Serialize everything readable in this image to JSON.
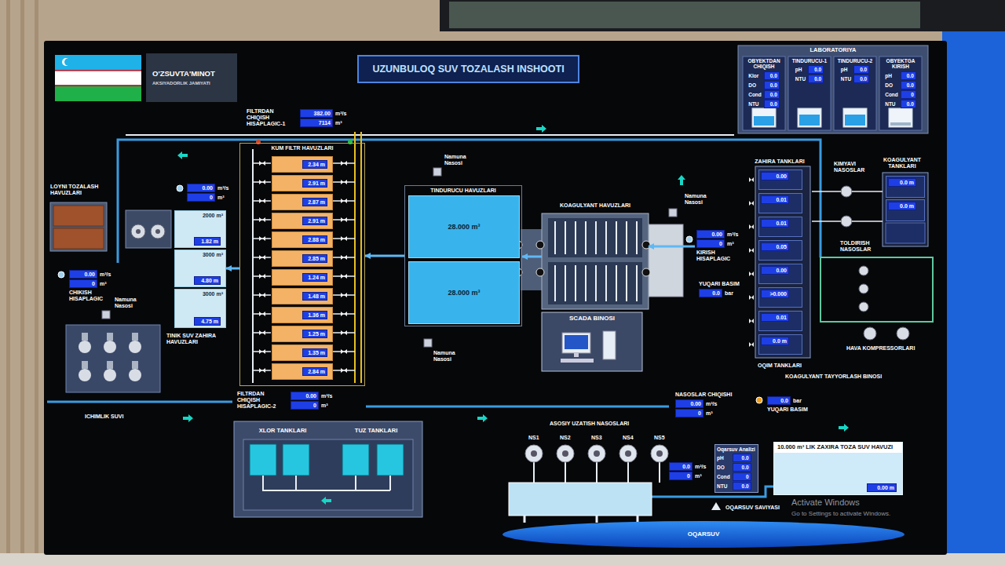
{
  "diagram": {
    "title": "UZUNBULOQ SUV TOZALASH INSHOOTI",
    "nodes": [
      {
        "text": [
          "O'ZSUVTA'MINOT",
          "AKSIYADORLIK JAMIYATI"
        ]
      },
      {
        "text": [
          "LABORATORIYA"
        ]
      },
      {
        "text": [
          "OBYEKTDAN CHIQISH",
          "Klor",
          "0.0",
          "DO",
          "0.0",
          "Cond",
          "0.0",
          "NTU",
          "0.0"
        ],
        "in": 1
      },
      {
        "text": [
          "TINDURUCU-1",
          "pH",
          "0.0",
          "NTU",
          "0.0"
        ],
        "in": 1
      },
      {
        "text": [
          "TINDURUCU-2",
          "pH",
          "0.0",
          "NTU",
          "0.0"
        ],
        "in": 1
      },
      {
        "text": [
          "OBYEKTGA KIRISH",
          "pH",
          "0.0",
          "DO",
          "0.0",
          "Cond",
          "0",
          "NTU",
          "0.0"
        ],
        "in": 1
      },
      {
        "text": [
          "FILTRDAN CHIQISH HISAPLAGIC-1",
          "382.00",
          "m³/s",
          "7114",
          "m³"
        ]
      },
      {
        "text": [
          "KUM FILTR HAVUZLARI"
        ]
      },
      {
        "text": [
          "2.34 m"
        ],
        "in": 7
      },
      {
        "text": [
          "2.91 m"
        ],
        "in": 7
      },
      {
        "text": [
          "2.87 m"
        ],
        "in": 7
      },
      {
        "text": [
          "2.91 m"
        ],
        "in": 7
      },
      {
        "text": [
          "2.88 m"
        ],
        "in": 7
      },
      {
        "text": [
          "2.85 m"
        ],
        "in": 7
      },
      {
        "text": [
          "1.24 m"
        ],
        "in": 7
      },
      {
        "text": [
          "1.48 m"
        ],
        "in": 7
      },
      {
        "text": [
          "1.36 m"
        ],
        "in": 7
      },
      {
        "text": [
          "1.25 m"
        ],
        "in": 7
      },
      {
        "text": [
          "1.35 m"
        ],
        "in": 7
      },
      {
        "text": [
          "2.84 m"
        ],
        "in": 7
      },
      {
        "text": [
          "FILTRDAN CHIQISH HISAPLAGIC-2",
          "0.00",
          "m³/s",
          "0",
          "m³"
        ]
      },
      {
        "text": [
          "LOYNI TOZALASH HAVUZLARI"
        ]
      },
      {
        "text": [
          "0.00",
          "m³/s",
          "0",
          "m³"
        ]
      },
      {
        "text": [
          "2000 m³",
          "1.82 m"
        ]
      },
      {
        "text": [
          "3000 m³",
          "4.80 m"
        ]
      },
      {
        "text": [
          "3000 m³",
          "4.75 m"
        ]
      },
      {
        "text": [
          "0.00",
          "m³/s",
          "0",
          "m³",
          "CHIKISH HISAPLAGIC"
        ]
      },
      {
        "text": [
          "TINDURUCU HAVUZLARI"
        ]
      },
      {
        "text": [
          "28.000 m³"
        ],
        "in": 27
      },
      {
        "text": [
          "28.000 m³"
        ],
        "in": 27
      },
      {
        "text": [
          "KOAGULYANT HAVUZLARI"
        ]
      },
      {
        "text": [
          "SCADA BINOSI"
        ]
      },
      {
        "text": [
          "0.00",
          "m³/s",
          "0",
          "m³",
          "KIRISH HISAPLAGIC"
        ]
      },
      {
        "text": [
          "YUQARI BASIM",
          "0.0",
          "bar"
        ]
      },
      {
        "text": [
          "ZAHIRA TANKLARI",
          "OQIM TANKLARI"
        ]
      },
      {
        "text": [
          "0.00"
        ],
        "in": 34
      },
      {
        "text": [
          "0.01"
        ],
        "in": 34
      },
      {
        "text": [
          "0.01"
        ],
        "in": 34
      },
      {
        "text": [
          "0.05"
        ],
        "in": 34
      },
      {
        "text": [
          "0.00"
        ],
        "in": 34
      },
      {
        "text": [
          ">0.000"
        ],
        "in": 34
      },
      {
        "text": [
          "0.01"
        ],
        "in": 34
      },
      {
        "text": [
          "0.0 m"
        ],
        "in": 34
      },
      {
        "text": [
          "KOAGULYANT TANKLARI"
        ]
      },
      {
        "text": [
          "0.0 m"
        ],
        "in": 43
      },
      {
        "text": [
          "0.0 m"
        ],
        "in": 43
      },
      {
        "text": [
          "NASOSLAR CHIQISHI",
          "0.00",
          "m³/s",
          "0",
          "m³"
        ]
      },
      {
        "text": [
          "0.0",
          "bar",
          "YUQARI BASIM"
        ]
      },
      {
        "text": [
          "XLOR TANKLARI",
          "TUZ TANKLARI"
        ]
      },
      {
        "text": [
          "0.0",
          "m³/s",
          "0",
          "m³"
        ]
      },
      {
        "text": [
          "Oqarsuv Analizi",
          "pH",
          "0.0",
          "DO",
          "0.0",
          "Cond",
          "0",
          "NTU",
          "0.0"
        ]
      },
      {
        "text": [
          "10.000 m³ LIK ZAXIRA TOZA SUV HAVUZI",
          "0.00 m"
        ]
      },
      {
        "text": [
          "OQARSUV"
        ]
      }
    ],
    "edges": [
      {
        "from": 32,
        "to": 30,
        "arrow": "to"
      },
      {
        "from": 30,
        "to": 27,
        "arrow": "to"
      },
      {
        "from": 27,
        "to": 7,
        "arrow": "to"
      },
      {
        "from": 7,
        "to": 24,
        "arrow": "to"
      }
    ],
    "labels": [
      "TINIK SUV ZAHIRA HAVUZLARI",
      "Namuna Nasosi",
      "ICHIMLIK SUVI",
      "Namuna Nasosi",
      "Namuna Nasosi",
      "Namuna Nasosi",
      "KIMYAVI NASOSLAR",
      "TOLDIRISH NASOSLAR",
      "HAVA KOMPRESSORLARI",
      "KOAGULYANT TAYYORLASH BINOSI",
      "ASOSIY UZATISH NASOSLARI",
      "NS1",
      "NS2",
      "NS3",
      "NS4",
      "NS5",
      "OQARSUV SAVIYASI",
      "Activate Windows",
      "Go to Settings to activate Windows."
    ]
  }
}
